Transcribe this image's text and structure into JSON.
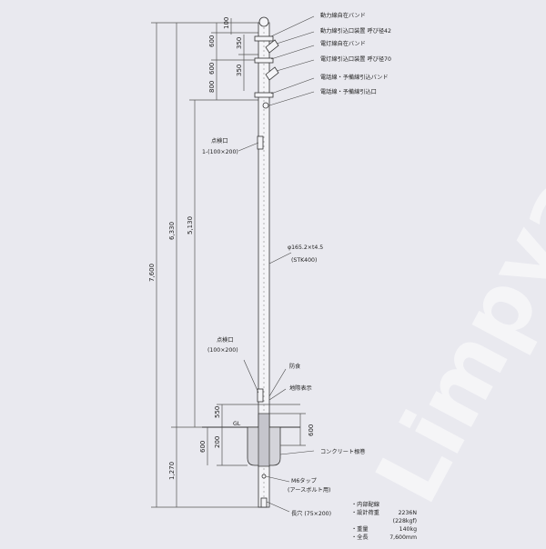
{
  "watermark": "Limpya",
  "dimensions": {
    "d100": "100",
    "d600a": "600",
    "d350a": "350",
    "d600b": "600",
    "d350b": "350",
    "d800": "800",
    "d6330": "6,330",
    "d5130": "5,130",
    "d7600": "7,600",
    "d550": "550",
    "d200": "200",
    "d600c": "600",
    "d600d": "600",
    "d1270": "1,270",
    "gl": "GL"
  },
  "callouts": {
    "c1": "動力線自在バンド",
    "c2": "動力線引込口装置 呼び径42",
    "c3": "電灯線自在バンド",
    "c4": "電灯線引込口装置 呼び径70",
    "c5": "電話線・予備線引込バンド",
    "c6": "電話線・予備線引込口",
    "inspection1": "点検口",
    "inspection1_size": "1-(100×200)",
    "pipe": "φ165.2×t4.5",
    "pipe_material": "(STK400)",
    "inspection2": "点検口",
    "inspection2_size": "(100×200)",
    "anticorrosion": "防食",
    "ground_mark": "地際表示",
    "concrete": "コンクリート根巻",
    "m6": "M6タップ",
    "m6_note": "(アースボルト用)",
    "slot": "長穴 (75×200)"
  },
  "specs": {
    "wiring_label": "・内部配線",
    "load_label": "・設計荷重",
    "load_value": "2236N",
    "load_value_kgf": "(228kgf)",
    "weight_label": "・重量",
    "weight_value": "140kg",
    "length_label": "・全長",
    "length_value": "7,600mm"
  }
}
